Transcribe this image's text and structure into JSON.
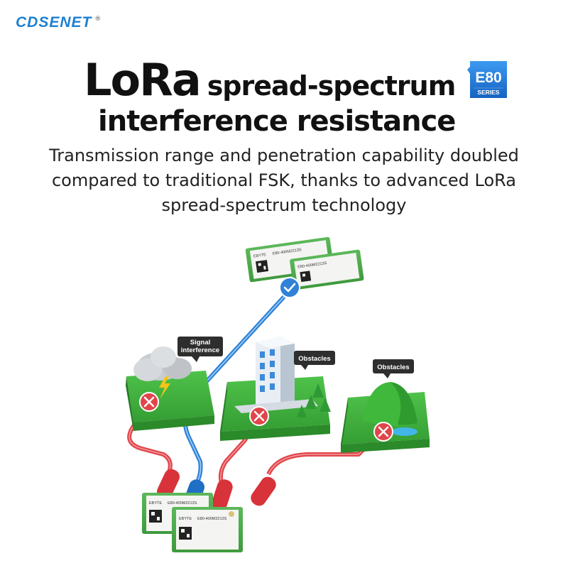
{
  "brand": {
    "name": "CDSENET",
    "reg": "®"
  },
  "title": {
    "lora": "LoRa",
    "spread_spectrum": "spread-spectrum",
    "line2": "interference resistance"
  },
  "badge": {
    "top": "E80",
    "bottom": "SERIES"
  },
  "subtitle": {
    "line1": "Transmission range and penetration capability doubled",
    "line2": "compared to traditional FSK, thanks to advanced LoRa",
    "line3": "spread-spectrum technology"
  },
  "scene": {
    "labels": {
      "signal_line1": "Signal",
      "signal_line2": "interference",
      "obstacles_building": "Obstacles",
      "obstacles_hill": "Obstacles"
    },
    "module": {
      "brand": "EBYTE",
      "model": "E80-400M2213S",
      "model2": "E80-400M2213S"
    }
  },
  "colors": {
    "accent_blue": "#1d7fd1",
    "red_line": "#e0454a",
    "blue_line": "#2f82d6",
    "grass": "#3fae3c",
    "grass_side": "#2b8a2a"
  }
}
